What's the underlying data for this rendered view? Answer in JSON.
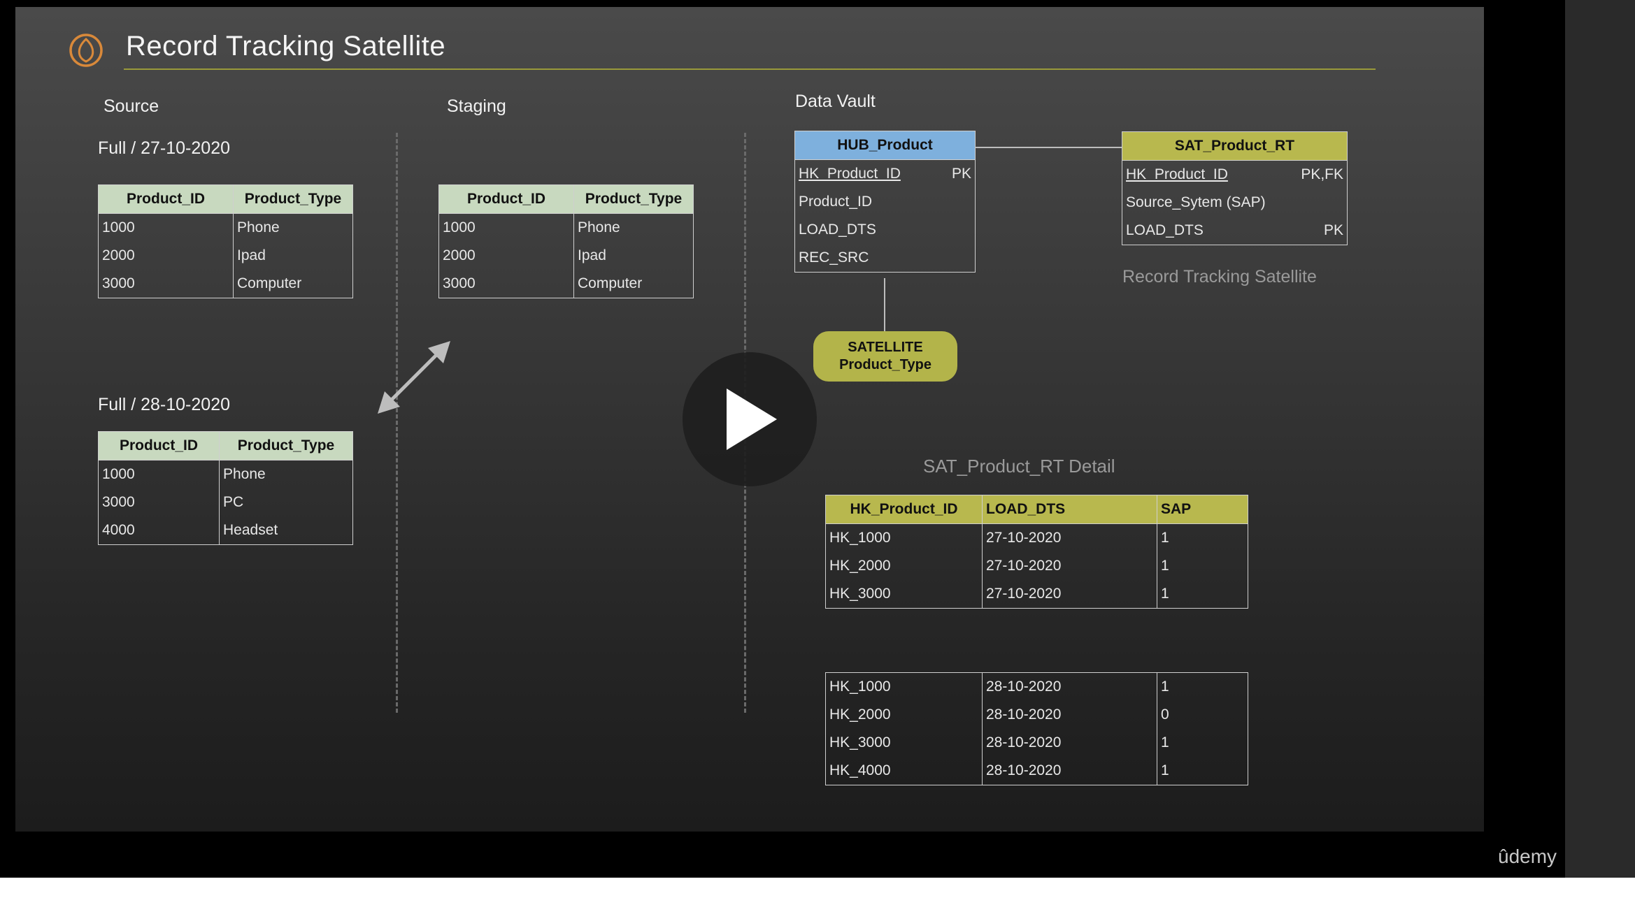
{
  "slide": {
    "title": "Record Tracking Satellite",
    "source_label": "Source",
    "staging_label": "Staging",
    "datavault_label": "Data Vault"
  },
  "source": {
    "load1_label": "Full / 27-10-2020",
    "load2_label": "Full / 28-10-2020",
    "columns": [
      "Product_ID",
      "Product_Type"
    ],
    "load1_rows": [
      [
        "1000",
        "Phone"
      ],
      [
        "2000",
        "Ipad"
      ],
      [
        "3000",
        "Computer"
      ]
    ],
    "load2_rows": [
      [
        "1000",
        "Phone"
      ],
      [
        "3000",
        "PC"
      ],
      [
        "4000",
        "Headset"
      ]
    ]
  },
  "staging": {
    "columns": [
      "Product_ID",
      "Product_Type"
    ],
    "rows": [
      [
        "1000",
        "Phone"
      ],
      [
        "2000",
        "Ipad"
      ],
      [
        "3000",
        "Computer"
      ]
    ]
  },
  "hub": {
    "name": "HUB_Product",
    "fields": [
      {
        "name": "HK_Product_ID",
        "key": "PK"
      },
      {
        "name": "Product_ID",
        "key": ""
      },
      {
        "name": "LOAD_DTS",
        "key": ""
      },
      {
        "name": "REC_SRC",
        "key": ""
      }
    ]
  },
  "sat_rt": {
    "name": "SAT_Product_RT",
    "caption": "Record Tracking Satellite",
    "fields": [
      {
        "name": "HK_Product_ID",
        "key": "PK,FK"
      },
      {
        "name": "Source_Sytem (SAP)",
        "key": ""
      },
      {
        "name": "LOAD_DTS",
        "key": "PK"
      }
    ]
  },
  "satellite": {
    "line1": "SATELLITE",
    "line2": "Product_Type"
  },
  "detail": {
    "title": "SAT_Product_RT Detail",
    "columns": [
      "HK_Product_ID",
      "LOAD_DTS",
      "SAP"
    ],
    "rows1": [
      [
        "HK_1000",
        "27-10-2020",
        "1"
      ],
      [
        "HK_2000",
        "27-10-2020",
        "1"
      ],
      [
        "HK_3000",
        "27-10-2020",
        "1"
      ]
    ],
    "rows2": [
      [
        "HK_1000",
        "28-10-2020",
        "1"
      ],
      [
        "HK_2000",
        "28-10-2020",
        "0"
      ],
      [
        "HK_3000",
        "28-10-2020",
        "1"
      ],
      [
        "HK_4000",
        "28-10-2020",
        "1"
      ]
    ]
  },
  "player": {
    "brand": "ûdemy",
    "icons": [
      "udemy-logo-icon",
      "double-arrow-icon",
      "play-icon"
    ],
    "colors": {
      "hub_header": "#7eb0dd",
      "sat_header": "#b8b84e",
      "source_header": "#c8d9bf",
      "logo": "#d9893a"
    }
  }
}
